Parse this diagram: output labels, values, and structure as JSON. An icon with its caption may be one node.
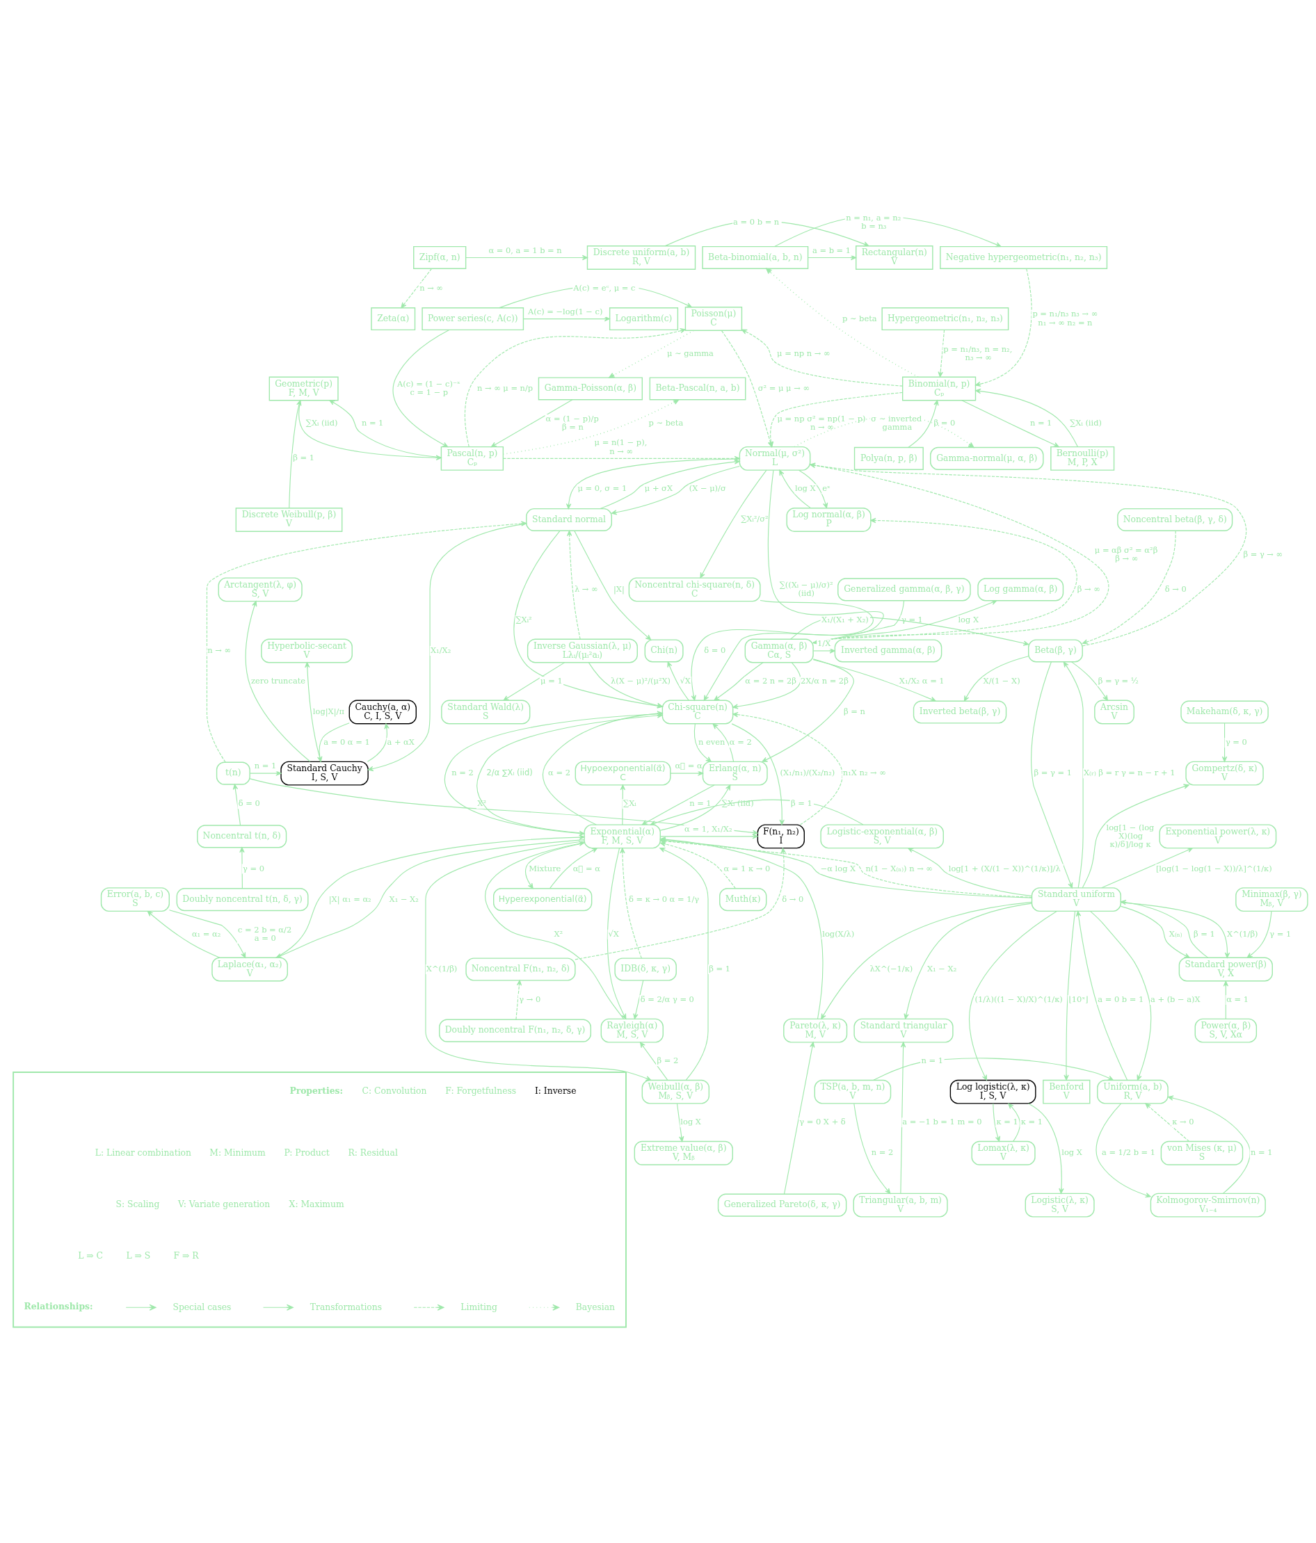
{
  "diagram": {
    "nodes": [
      {
        "text": [
          "Zipf(α, n)"
        ]
      },
      {
        "text": [
          "Discrete uniform(a, b)",
          "R, V"
        ]
      },
      {
        "text": [
          "Rectangular(n)",
          "V"
        ]
      },
      {
        "text": [
          "Beta-binomial(a, b, n)"
        ]
      },
      {
        "text": [
          "Negative hypergeometric(n₁, n₂, n₃)"
        ]
      },
      {
        "text": [
          "Zeta(α)"
        ]
      },
      {
        "text": [
          "Logarithm(c)"
        ]
      },
      {
        "text": [
          "Power series(c, A(c))"
        ]
      },
      {
        "text": [
          "Poisson(μ)",
          "C"
        ]
      },
      {
        "text": [
          "Hypergeometric(n₁, n₂, n₃)"
        ]
      },
      {
        "text": [
          "Beta-Pascal(n, a, b)"
        ]
      },
      {
        "text": [
          "Gamma-Poisson(α, β)"
        ]
      },
      {
        "text": [
          "Binomial(n, p)",
          "Cₚ"
        ]
      },
      {
        "text": [
          "Bernoulli(p)",
          "M, P, X"
        ]
      },
      {
        "text": [
          "Geometric(p)",
          "F, M, V"
        ]
      },
      {
        "text": [
          "Pascal(n, p)",
          "Cₚ"
        ]
      },
      {
        "text": [
          "Polya(n, p, β)"
        ]
      },
      {
        "text": [
          "Gamma-normal(μ, α, β)"
        ]
      },
      {
        "text": [
          "Normal(μ, σ²)",
          "L"
        ]
      },
      {
        "text": [
          "Discrete Weibull(p, β)",
          "V"
        ]
      },
      {
        "text": [
          "Standard normal"
        ]
      },
      {
        "text": [
          "Noncentral beta(β, γ, δ)"
        ]
      },
      {
        "text": [
          "Log normal(α, β)",
          "P"
        ]
      },
      {
        "text": [
          "Arctangent(λ, φ)",
          "S, V"
        ]
      },
      {
        "text": [
          "Noncentral chi-square(n, δ)",
          "C"
        ]
      },
      {
        "text": [
          "Log gamma(α, β)"
        ]
      },
      {
        "text": [
          "Generalized gamma(α, β, γ)"
        ]
      },
      {
        "text": [
          "Chi(n)"
        ]
      },
      {
        "text": [
          "Beta(β, γ)"
        ]
      },
      {
        "text": [
          "Hyperbolic-secant",
          "V"
        ]
      },
      {
        "text": [
          "Inverse Gaussian(λ, μ)",
          "Lλᵢ/(μᵢ²aᵢ)"
        ]
      },
      {
        "text": [
          "Inverted gamma(α, β)"
        ]
      },
      {
        "text": [
          "Gamma(α, β)",
          "Cα, S"
        ]
      },
      {
        "text": [
          "Cauchy(a, α)",
          "C, I, S, V"
        ]
      },
      {
        "text": [
          "Chi-square(n)",
          "C"
        ]
      },
      {
        "text": [
          "Arcsin",
          "V"
        ]
      },
      {
        "text": [
          "Inverted beta(β, γ)"
        ]
      },
      {
        "text": [
          "Standard Wald(λ)",
          "S"
        ]
      },
      {
        "text": [
          "Makeham(δ, κ, γ)"
        ]
      },
      {
        "text": [
          "Standard Cauchy",
          "I, S, V"
        ]
      },
      {
        "text": [
          "t(n)"
        ]
      },
      {
        "text": [
          "Hypoexponential(α⃗)",
          "C"
        ]
      },
      {
        "text": [
          "Erlang(α, n)",
          "S"
        ]
      },
      {
        "text": [
          "Gompertz(δ, κ)",
          "V"
        ]
      },
      {
        "text": [
          "Noncentral t(n, δ)"
        ]
      },
      {
        "text": [
          "F(n₁, n₂)",
          "I"
        ]
      },
      {
        "text": [
          "Exponential(α)",
          "F, M, S, V"
        ]
      },
      {
        "text": [
          "Logistic-exponential(α, β)",
          "S, V"
        ]
      },
      {
        "text": [
          "Exponential power(λ, κ)",
          "V"
        ]
      },
      {
        "text": [
          "Hyperexponential(α⃗)"
        ]
      },
      {
        "text": [
          "Doubly noncentral t(n, δ, γ)"
        ]
      },
      {
        "text": [
          "Muth(κ)"
        ]
      },
      {
        "text": [
          "Standard uniform",
          "V"
        ]
      },
      {
        "text": [
          "Error(a, b, c)",
          "S"
        ]
      },
      {
        "text": [
          "Minimax(β, γ)",
          "Mᵦ, V"
        ]
      },
      {
        "text": [
          "Noncentral F(n₁, n₂, δ)"
        ]
      },
      {
        "text": [
          "IDB(δ, κ, γ)"
        ]
      },
      {
        "text": [
          "Laplace(α₁, α₂)",
          "V"
        ]
      },
      {
        "text": [
          "Standard power(β)",
          "V, X"
        ]
      },
      {
        "text": [
          "Doubly noncentral F(n₁, n₂, δ, γ)"
        ]
      },
      {
        "text": [
          "Rayleigh(α)",
          "M, S, V"
        ]
      },
      {
        "text": [
          "Pareto(λ, κ)",
          "M, V"
        ]
      },
      {
        "text": [
          "Standard triangular",
          "V"
        ]
      },
      {
        "text": [
          "Power(α, β)",
          "S, V, Xα"
        ]
      },
      {
        "text": [
          "Weibull(α, β)",
          "Mᵦ, S, V"
        ]
      },
      {
        "text": [
          "Log logistic(λ, κ)",
          "I, S, V"
        ]
      },
      {
        "text": [
          "Benford",
          "V"
        ]
      },
      {
        "text": [
          "TSP(a, b, m, n)",
          "V"
        ]
      },
      {
        "text": [
          "Uniform(a, b)",
          "R, V"
        ]
      },
      {
        "text": [
          "Extreme value(α, β)",
          "V, Mᵦ"
        ]
      },
      {
        "text": [
          "Lomax(λ, κ)",
          "V"
        ]
      },
      {
        "text": [
          "von Mises (κ, μ)",
          "S"
        ]
      },
      {
        "text": [
          "Generalized Pareto(δ, κ, γ)"
        ]
      },
      {
        "text": [
          "Logistic(λ, κ)",
          "S, V"
        ]
      },
      {
        "text": [
          "Triangular(a, b, m)",
          "V"
        ]
      },
      {
        "text": [
          "Kolmogorov-Smirnov(n)",
          "V₁₋₄"
        ]
      },
      {
        "text": [],
        "shape": "box"
      }
    ],
    "edges": [
      {
        "from": 0,
        "to": 1,
        "arrow": "to",
        "label": "α = 0, a = 1 b = n"
      },
      {
        "from": 1,
        "to": 2,
        "arrow": "to",
        "label": "a = 0 b = n"
      },
      {
        "from": 3,
        "to": 2,
        "arrow": "to",
        "label": "a = b = 1"
      },
      {
        "from": 3,
        "to": 4,
        "arrow": "to",
        "label": "n = n₁, a = n₂ b = n₃"
      },
      {
        "from": 0,
        "to": 5,
        "arrow": "to",
        "label": "n → ∞",
        "style": "dashed"
      },
      {
        "from": 7,
        "to": 6,
        "arrow": "to",
        "label": "A(c) = −log(1 − c)"
      },
      {
        "from": 7,
        "to": 8,
        "arrow": "to",
        "label": "A(c) = eᶜ, μ = c"
      },
      {
        "from": 7,
        "to": 15,
        "arrow": "to",
        "label": "A(c) = (1 − c)⁻ˣ c = 1 − p"
      },
      {
        "from": 8,
        "to": 11,
        "arrow": "to",
        "label": "μ ∼ gamma",
        "style": "dashed"
      },
      {
        "from": 11,
        "to": 15,
        "arrow": "to",
        "label": "α = (1 − p)/p β = n"
      },
      {
        "from": 15,
        "to": 10,
        "arrow": "to",
        "label": "p ∼ beta",
        "style": "dashed"
      },
      {
        "from": 15,
        "to": 8,
        "arrow": "to",
        "label": "n → ∞ μ = n/p",
        "style": "dashed"
      },
      {
        "from": 15,
        "to": 18,
        "arrow": "to",
        "label": "μ = n(1 − p), n → ∞",
        "style": "dashed"
      },
      {
        "from": 15,
        "to": 14,
        "arrow": "to",
        "label": "n = 1"
      },
      {
        "from": 14,
        "to": 15,
        "arrow": "to",
        "label": "∑Xᵢ (iid)"
      },
      {
        "from": 19,
        "to": 14,
        "arrow": "to",
        "label": "β = 1"
      },
      {
        "from": 12,
        "to": 3,
        "arrow": "to",
        "label": "p ∼ beta",
        "style": "dashed"
      },
      {
        "from": 4,
        "to": 12,
        "arrow": "to",
        "label": "p = n₁/n₃ n₃ → ∞ n₁ → ∞ n₂ = n",
        "style": "dashed"
      },
      {
        "from": 9,
        "to": 12,
        "arrow": "to",
        "label": "p = n₁/n₃, n = n₂, n₃ → ∞",
        "style": "dashed"
      },
      {
        "from": 12,
        "to": 8,
        "arrow": "to",
        "label": "μ = np n → ∞",
        "style": "dashed"
      },
      {
        "from": 8,
        "to": 18,
        "arrow": "to",
        "label": "σ² = μ μ → ∞",
        "style": "dashed"
      },
      {
        "from": 12,
        "to": 18,
        "arrow": "to",
        "label": "μ = np σ² = np(1 − p) n → ∞",
        "style": "dashed"
      },
      {
        "from": 12,
        "to": 13,
        "arrow": "to",
        "label": "n = 1"
      },
      {
        "from": 13,
        "to": 12,
        "arrow": "to",
        "label": "∑Xᵢ (iid)"
      },
      {
        "from": 16,
        "to": 12,
        "arrow": "to",
        "label": "β = 0"
      },
      {
        "from": 18,
        "to": 17,
        "arrow": "to",
        "label": "σ ∼ inverted gamma",
        "style": "dashed"
      },
      {
        "from": 28,
        "to": 18,
        "arrow": "to",
        "label": "β = γ → ∞",
        "style": "dashed"
      },
      {
        "from": 21,
        "to": 28,
        "arrow": "to",
        "label": "δ → 0",
        "style": "dashed"
      },
      {
        "from": 18,
        "to": 20,
        "arrow": "to",
        "label": "(X − μ)/σ"
      },
      {
        "from": 20,
        "to": 18,
        "arrow": "to",
        "label": "μ + σX"
      },
      {
        "from": 18,
        "to": 20,
        "arrow": "to",
        "label": "μ = 0, σ = 1"
      },
      {
        "from": 18,
        "to": 24,
        "arrow": "to",
        "label": "∑Xᵢ²/σ²"
      },
      {
        "from": 18,
        "to": 34,
        "arrow": "to",
        "label": "∑((Xᵢ − μ)/σ)² (iid)"
      },
      {
        "from": 22,
        "to": 18,
        "arrow": "to",
        "label": "log X"
      },
      {
        "from": 18,
        "to": 22,
        "arrow": "to",
        "label": "eˣ"
      },
      {
        "from": 32,
        "to": 18,
        "arrow": "to",
        "label": "μ = αβ σ² = α²β β → ∞",
        "style": "dashed"
      },
      {
        "from": 32,
        "to": 22,
        "arrow": "to",
        "label": "β → ∞",
        "style": "dashed"
      },
      {
        "from": 26,
        "to": 32,
        "arrow": "to",
        "label": "γ = 1"
      },
      {
        "from": 32,
        "to": 25,
        "arrow": "to",
        "label": "log X"
      },
      {
        "from": 32,
        "to": 31,
        "arrow": "to",
        "label": "1/X"
      },
      {
        "from": 32,
        "to": 28,
        "arrow": "to",
        "label": "X₁/(X₁ + X₂)"
      },
      {
        "from": 32,
        "to": 34,
        "arrow": "to",
        "label": "α = 2 n = 2β"
      },
      {
        "from": 32,
        "to": 34,
        "arrow": "to",
        "label": "2X/α n = 2β"
      },
      {
        "from": 34,
        "to": 42,
        "arrow": "to",
        "label": "n even"
      },
      {
        "from": 42,
        "to": 34,
        "arrow": "to",
        "label": "α = 2"
      },
      {
        "from": 32,
        "to": 42,
        "arrow": "to",
        "label": "β = n"
      },
      {
        "from": 32,
        "to": 36,
        "arrow": "to",
        "label": "X₁/X₂ α = 1"
      },
      {
        "from": 28,
        "to": 36,
        "arrow": "to",
        "label": "X/(1 − X)"
      },
      {
        "from": 28,
        "to": 35,
        "arrow": "to",
        "label": "β = γ = ½"
      },
      {
        "from": 28,
        "to": 52,
        "arrow": "to",
        "label": "β = γ = 1"
      },
      {
        "from": 52,
        "to": 28,
        "arrow": "to",
        "label": "X₍ᵣ₎ β = r γ = n − r + 1"
      },
      {
        "from": 38,
        "to": 43,
        "arrow": "to",
        "label": "γ = 0"
      },
      {
        "from": 52,
        "to": 43,
        "arrow": "to",
        "label": "log[1 − (log X)(log κ)/δ]/log κ"
      },
      {
        "from": 52,
        "to": 48,
        "arrow": "to",
        "label": "[log(1 − log(1 − X))/λ]^(1/κ)"
      },
      {
        "from": 52,
        "to": 47,
        "arrow": "to",
        "label": "log[1 + (X/(1 − X))^(1/κ)]/λ"
      },
      {
        "from": 47,
        "to": 46,
        "arrow": "to",
        "label": "β = 1"
      },
      {
        "from": 52,
        "to": 46,
        "arrow": "to",
        "label": "−α log X"
      },
      {
        "from": 52,
        "to": 46,
        "arrow": "to",
        "label": "n(1 − X₍ₙ₎) n → ∞",
        "style": "dashed"
      },
      {
        "from": 42,
        "to": 46,
        "arrow": "to",
        "label": "n = 1"
      },
      {
        "from": 46,
        "to": 42,
        "arrow": "to",
        "label": "∑Xᵢ (iid)"
      },
      {
        "from": 46,
        "to": 41,
        "arrow": "to",
        "label": "∑Xᵢ"
      },
      {
        "from": 41,
        "to": 42,
        "arrow": "to",
        "label": "α⃗ = α"
      },
      {
        "from": 46,
        "to": 34,
        "arrow": "to",
        "label": "2/α ∑Xᵢ (iid)"
      },
      {
        "from": 46,
        "to": 34,
        "arrow": "to",
        "label": "α = 2"
      },
      {
        "from": 34,
        "to": 46,
        "arrow": "to",
        "label": "n = 2"
      },
      {
        "from": 51,
        "to": 46,
        "arrow": "to",
        "label": "α = 1 κ → 0",
        "style": "dashed"
      },
      {
        "from": 57,
        "to": 46,
        "arrow": "to",
        "label": "|X| α₁ = α₂"
      },
      {
        "from": 46,
        "to": 57,
        "arrow": "to",
        "label": "X₁ − X₂"
      },
      {
        "from": 57,
        "to": 53,
        "arrow": "to",
        "label": "α₁ = α₂"
      },
      {
        "from": 53,
        "to": 57,
        "arrow": "to",
        "label": "c = 2 b = α/2 a = 0"
      },
      {
        "from": 52,
        "to": 61,
        "arrow": "to",
        "label": "λX^(−1/κ)"
      },
      {
        "from": 61,
        "to": 46,
        "arrow": "to",
        "label": "log(X/λ)"
      },
      {
        "from": 46,
        "to": 64,
        "arrow": "to",
        "label": "X^(1/β)"
      },
      {
        "from": 64,
        "to": 46,
        "arrow": "to",
        "label": "β = 1"
      },
      {
        "from": 46,
        "to": 60,
        "arrow": "to",
        "label": "√X"
      },
      {
        "from": 60,
        "to": 46,
        "arrow": "to",
        "label": "X²"
      },
      {
        "from": 56,
        "to": 46,
        "arrow": "to",
        "label": "δ = κ → 0 α = 1/γ",
        "style": "dashed"
      },
      {
        "from": 56,
        "to": 60,
        "arrow": "to",
        "label": "δ = 2/α γ = 0"
      },
      {
        "from": 64,
        "to": 60,
        "arrow": "to",
        "label": "β = 2"
      },
      {
        "from": 64,
        "to": 69,
        "arrow": "to",
        "label": "log X"
      },
      {
        "from": 72,
        "to": 61,
        "arrow": "to",
        "label": "γ = 0 X + δ"
      },
      {
        "from": 65,
        "to": 70,
        "arrow": "to",
        "label": "κ = 1"
      },
      {
        "from": 70,
        "to": 65,
        "arrow": "to",
        "label": "κ = 1"
      },
      {
        "from": 65,
        "to": 73,
        "arrow": "to",
        "label": "log X"
      },
      {
        "from": 52,
        "to": 65,
        "arrow": "to",
        "label": "(1/λ)((1 − X)/X)^(1/κ)"
      },
      {
        "from": 52,
        "to": 66,
        "arrow": "to",
        "label": "⌊10ˣ⌋"
      },
      {
        "from": 52,
        "to": 62,
        "arrow": "to",
        "label": "X₁ − X₂"
      },
      {
        "from": 74,
        "to": 62,
        "arrow": "to",
        "label": "a = −1 b = 1 m = 0"
      },
      {
        "from": 67,
        "to": 74,
        "arrow": "to",
        "label": "n = 2"
      },
      {
        "from": 52,
        "to": 68,
        "arrow": "to",
        "label": "a + (b − a)X"
      },
      {
        "from": 68,
        "to": 52,
        "arrow": "to",
        "label": "a = 0 b = 1"
      },
      {
        "from": 52,
        "to": 58,
        "arrow": "to",
        "label": "X^(1/β)"
      },
      {
        "from": 58,
        "to": 52,
        "arrow": "to",
        "label": "β = 1"
      },
      {
        "from": 52,
        "to": 58,
        "arrow": "to",
        "label": "X₍ₙ₎"
      },
      {
        "from": 54,
        "to": 58,
        "arrow": "to",
        "label": "γ = 1"
      },
      {
        "from": 63,
        "to": 58,
        "arrow": "to",
        "label": "α = 1"
      },
      {
        "from": 67,
        "to": 68,
        "arrow": "to",
        "label": "n = 1"
      },
      {
        "from": 71,
        "to": 68,
        "arrow": "to",
        "label": "κ → 0",
        "style": "dashed"
      },
      {
        "from": 75,
        "to": 68,
        "arrow": "to",
        "label": "n = 1"
      },
      {
        "from": 68,
        "to": 75,
        "arrow": "to",
        "label": "a = 1/2 b = 1"
      },
      {
        "from": 20,
        "to": 39,
        "arrow": "to",
        "label": "X₁/X₂"
      },
      {
        "from": 39,
        "to": 23,
        "arrow": "to",
        "label": "zero truncate"
      },
      {
        "from": 39,
        "to": 29,
        "arrow": "to",
        "label": "log|X|/π"
      },
      {
        "from": 33,
        "to": 39,
        "arrow": "to",
        "label": "a = 0 α = 1"
      },
      {
        "from": 39,
        "to": 33,
        "arrow": "to",
        "label": "a + αX"
      },
      {
        "from": 40,
        "to": 39,
        "arrow": "to",
        "label": "n = 1"
      },
      {
        "from": 44,
        "to": 40,
        "arrow": "to",
        "label": "δ = 0"
      },
      {
        "from": 50,
        "to": 44,
        "arrow": "to",
        "label": "γ = 0"
      },
      {
        "from": 40,
        "to": 45,
        "arrow": "to",
        "label": "X²"
      },
      {
        "from": 40,
        "to": 20,
        "arrow": "to",
        "label": "n → ∞",
        "style": "dashed"
      },
      {
        "from": 30,
        "to": 20,
        "arrow": "to",
        "label": "λ → ∞",
        "style": "dashed"
      },
      {
        "from": 55,
        "to": 45,
        "arrow": "to",
        "label": "δ → 0",
        "style": "dashed"
      },
      {
        "from": 59,
        "to": 55,
        "arrow": "to",
        "label": "γ → 0",
        "style": "dashed"
      },
      {
        "from": 30,
        "to": 37,
        "arrow": "to",
        "label": "μ = 1"
      },
      {
        "from": 30,
        "to": 34,
        "arrow": "to",
        "label": "λ(X − μ)²/(μ²X)"
      },
      {
        "from": 20,
        "to": 27,
        "arrow": "to",
        "label": "|X|"
      },
      {
        "from": 20,
        "to": 34,
        "arrow": "to",
        "label": "∑Xᵢ²"
      },
      {
        "from": 34,
        "to": 27,
        "arrow": "to",
        "label": "√X"
      },
      {
        "from": 24,
        "to": 34,
        "arrow": "to",
        "label": "δ = 0"
      },
      {
        "from": 34,
        "to": 45,
        "arrow": "to",
        "label": "(X₁/n₁)/(X₂/n₂)"
      },
      {
        "from": 45,
        "to": 34,
        "arrow": "to",
        "label": "n₁X n₂ → ∞",
        "style": "dashed"
      },
      {
        "from": 46,
        "to": 45,
        "arrow": "to",
        "label": "α = 1, X₁/X₂"
      },
      {
        "from": 46,
        "to": 49,
        "arrow": "to",
        "label": "Mixture"
      },
      {
        "from": 49,
        "to": 46,
        "arrow": "to",
        "label": "α⃗ = α"
      }
    ],
    "labels": [
      "Properties:",
      "C: Convolution",
      "F: Forgetfulness",
      "I: Inverse",
      "L: Linear combination",
      "M: Minimum",
      "P: Product",
      "R: Residual",
      "S: Scaling",
      "V: Variate generation",
      "X: Maximum",
      "L ⇒ C",
      "L ⇒ S",
      "F ⇒ R",
      "Relationships:"
    ],
    "legend": [
      {
        "text": "Special cases"
      },
      {
        "text": "Transformations"
      },
      {
        "text": "Limiting"
      },
      {
        "text": "Bayesian"
      }
    ]
  }
}
